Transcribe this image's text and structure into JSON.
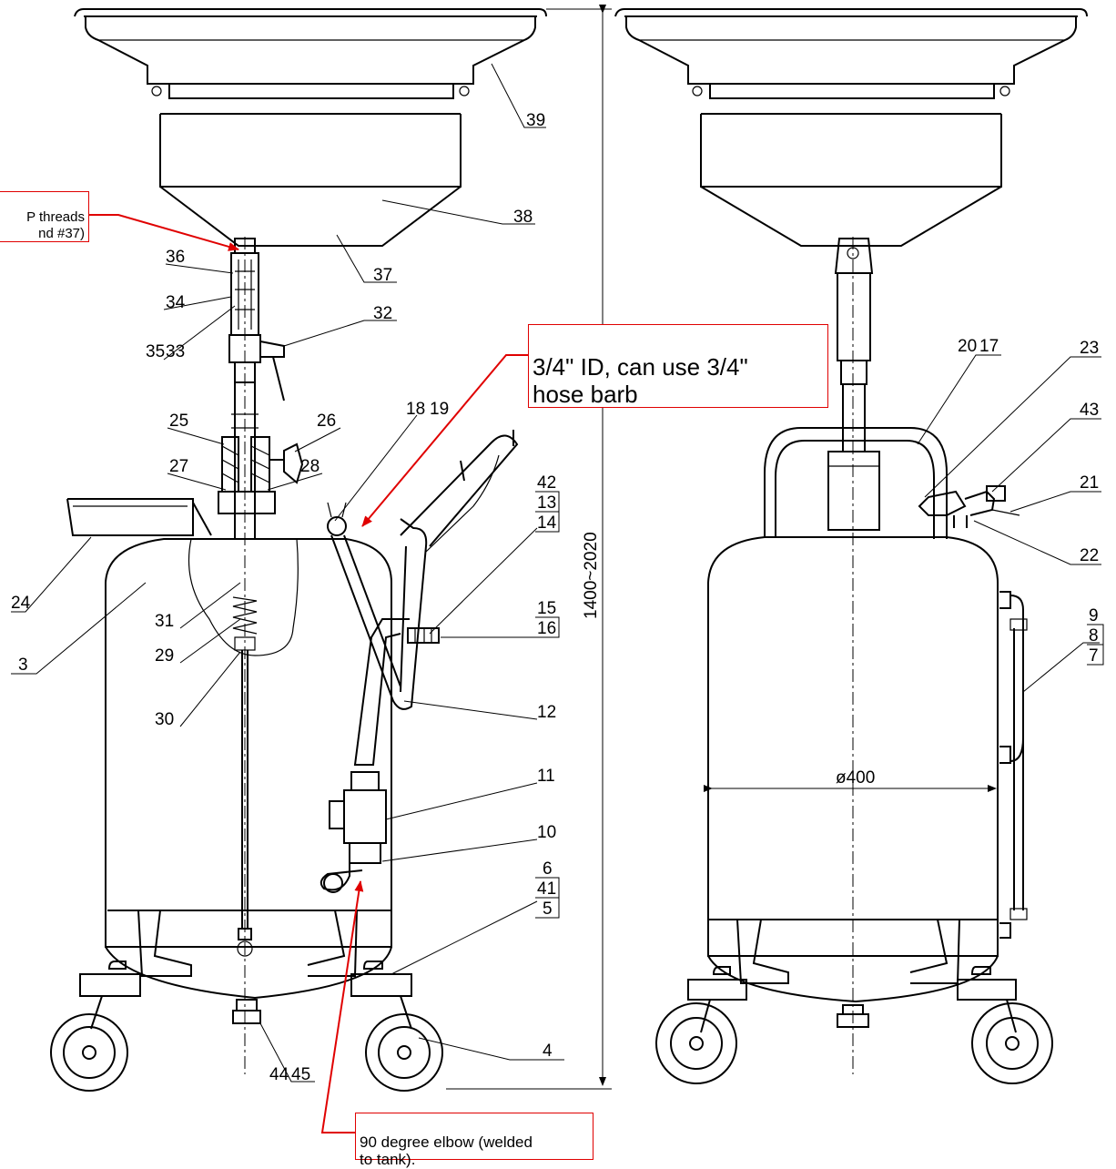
{
  "part_numbers": [
    "39",
    "38",
    "37",
    "36",
    "34",
    "35",
    "33",
    "32",
    "25",
    "26",
    "27",
    "28",
    "18",
    "19",
    "42",
    "13",
    "14",
    "24",
    "3",
    "31",
    "29",
    "30",
    "15",
    "16",
    "12",
    "11",
    "10",
    "6",
    "41",
    "5",
    "4",
    "44",
    "45",
    "20",
    "17",
    "23",
    "43",
    "21",
    "22",
    "9",
    "8",
    "7"
  ],
  "callouts": {
    "npt_threads": "P threads\nnd #37)",
    "hose_barb": "3/4\" ID, can use 3/4\"\nhose barb",
    "elbow": "90 degree elbow (welded\nto tank)."
  },
  "dimensions": {
    "height_range": "1400~2020",
    "diameter": "ø400"
  },
  "colors": {
    "line": "#000000",
    "annotation": "#e00000",
    "background": "#ffffff"
  }
}
